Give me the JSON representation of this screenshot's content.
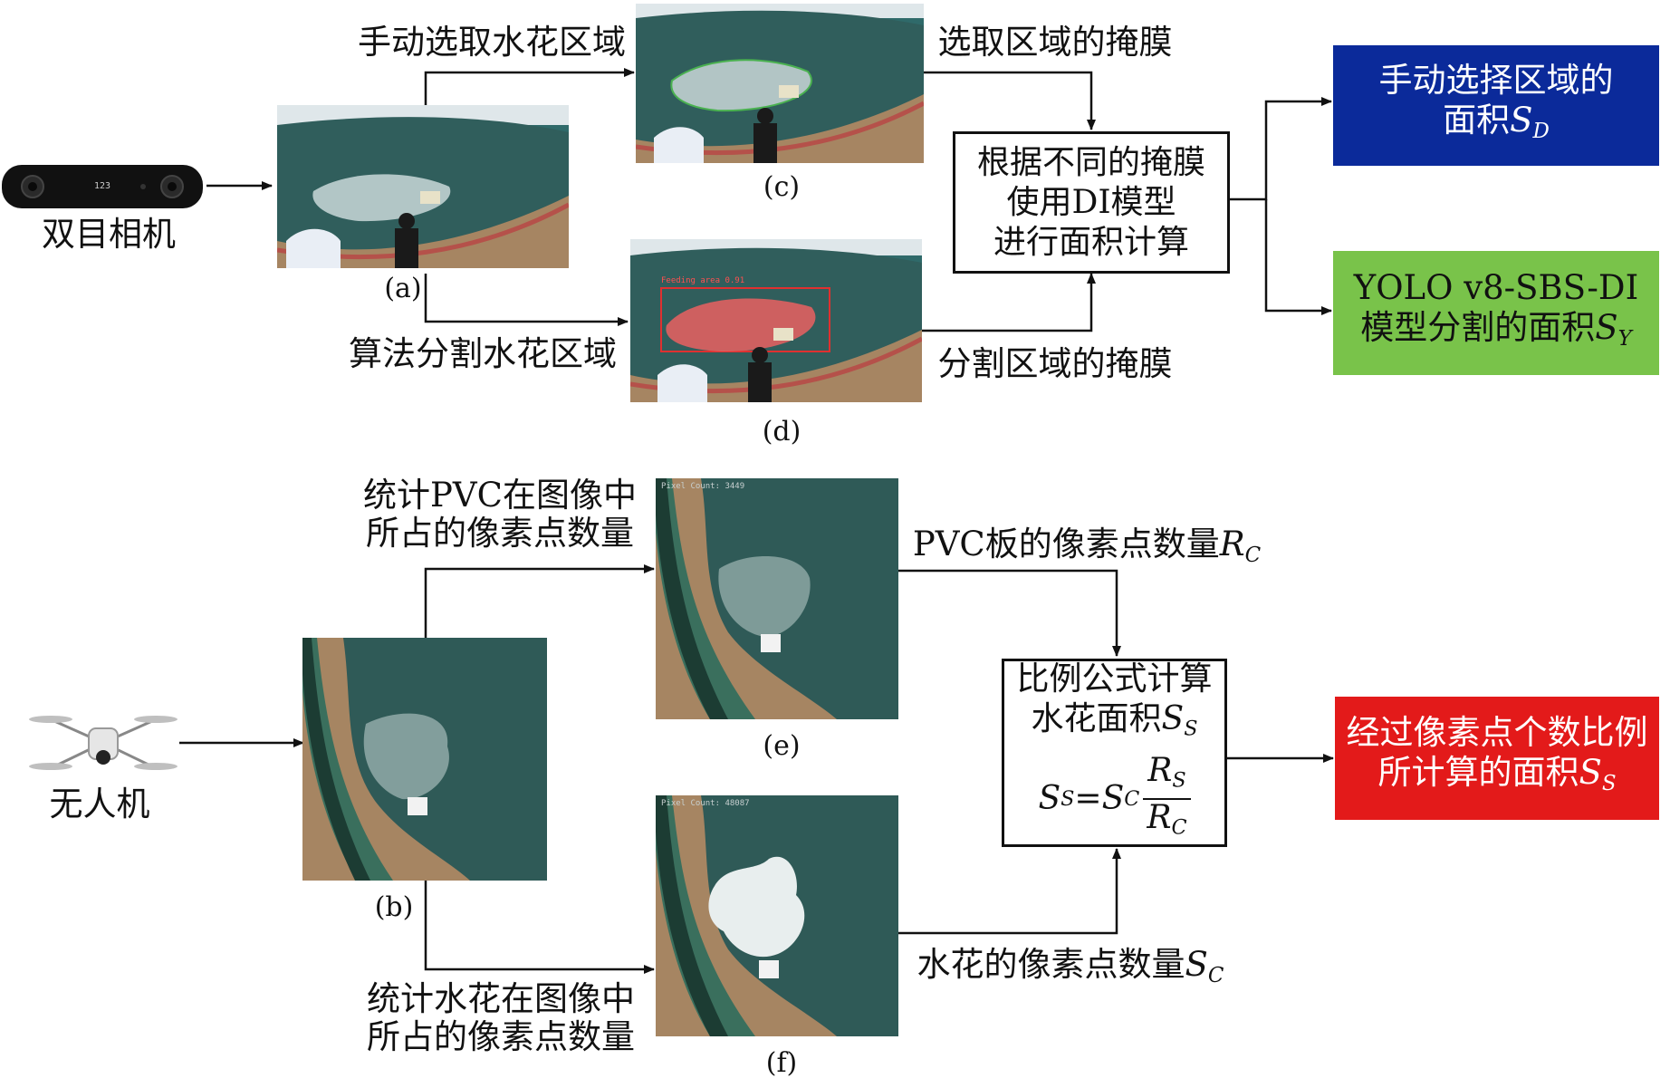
{
  "labels": {
    "manual_select": "手动选取水花区域",
    "selected_mask": "选取区域的掩膜",
    "algo_segment": "算法分割水花区域",
    "segment_mask": "分割区域的掩膜",
    "stereo_camera": "双目相机",
    "pvc_count_line1": "统计PVC在图像中",
    "pvc_count_line2": "所占的像素点数量",
    "pvc_pixels": "PVC板的像素点数量",
    "pvc_pixels_var": "R",
    "pvc_pixels_sub": "C",
    "spray_count_line1": "统计水花在图像中",
    "spray_count_line2": "所占的像素点数量",
    "spray_pixels": "水花的像素点数量",
    "spray_pixels_var": "S",
    "spray_pixels_sub": "C",
    "drone": "无人机"
  },
  "captions": {
    "a": "(a)",
    "b": "(b)",
    "c": "(c)",
    "d": "(d)",
    "e": "(e)",
    "f": "(f)"
  },
  "boxes": {
    "di_line1": "根据不同的掩膜",
    "di_line2": "使用DI模型",
    "di_line3": "进行面积计算",
    "ratio_line1": "比例公式计算",
    "ratio_line2": "水花面积",
    "ratio_line2_var": "S",
    "ratio_line2_sub": "S",
    "formula_lhs": "S",
    "formula_lhs_sub": "S",
    "formula_eq": "=",
    "formula_rhs": "S",
    "formula_rhs_sub": "C",
    "formula_num": "R",
    "formula_num_sub": "S",
    "formula_den": "R",
    "formula_den_sub": "C"
  },
  "outputs": {
    "manual_line1": "手动选择区域的",
    "manual_line2": "面积",
    "manual_var": "S",
    "manual_sub": "D",
    "yolo_line1": "YOLO v8-SBS-DI",
    "yolo_line2": "模型分割的面积",
    "yolo_var": "S",
    "yolo_sub": "Y",
    "ratio_line1": "经过像素点个数比例",
    "ratio_line2": "所计算的面积",
    "ratio_var": "S",
    "ratio_sub": "S"
  },
  "overlays": {
    "detect": "Feeding area 0.91",
    "pixel_e": "Pixel Count: 3449",
    "pixel_f": "Pixel Count: 48087",
    "camera_badge": "123"
  },
  "colors": {
    "blue": "#0b2a9a",
    "green": "#79c34a",
    "red": "#e31a1a",
    "water": "#2f5a57",
    "deck": "#a68562",
    "seg": "#e06060"
  }
}
